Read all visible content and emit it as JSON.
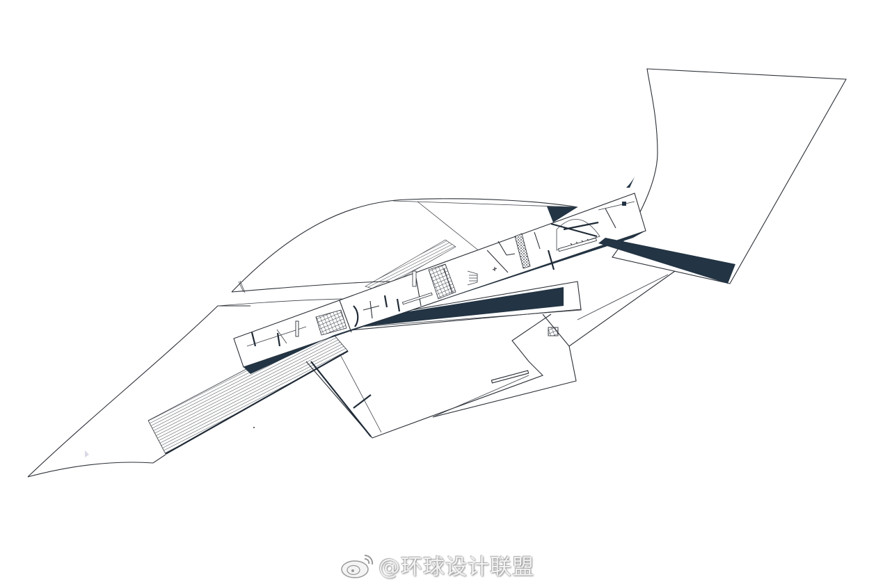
{
  "drawing": {
    "type": "architectural-site-plan",
    "colors": {
      "background": "#ffffff",
      "line": "#2a2f36",
      "shadow_fill": "#233444"
    },
    "elements": [
      "left-blade-plane",
      "upper-curved-roof-plane",
      "right-wedge-plane",
      "lower-jagged-plane",
      "central-linear-building",
      "long-shadow-bands",
      "hatched-ramps"
    ]
  },
  "watermark": {
    "icon": "weibo-icon",
    "text": "@环球设计联盟"
  }
}
